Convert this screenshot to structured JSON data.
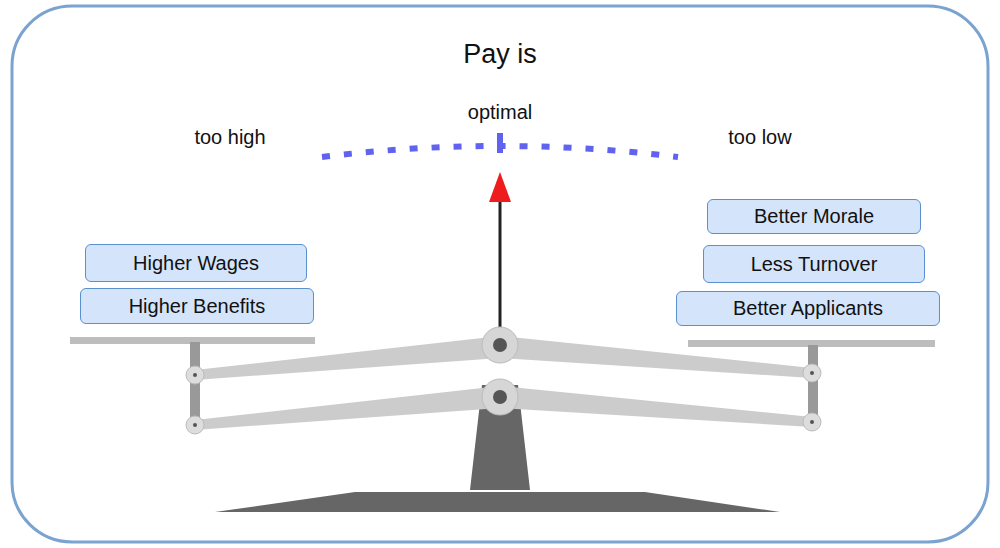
{
  "diagram": {
    "title": "Pay is",
    "nodes": [
      {
        "text": [
          "Higher Wages"
        ]
      },
      {
        "text": [
          "Higher Benefits"
        ]
      },
      {
        "text": [
          "Better Morale"
        ]
      },
      {
        "text": [
          "Less Turnover"
        ]
      },
      {
        "text": [
          "Better Applicants"
        ]
      }
    ],
    "labels": [
      "too high",
      "optimal",
      "too low"
    ]
  }
}
